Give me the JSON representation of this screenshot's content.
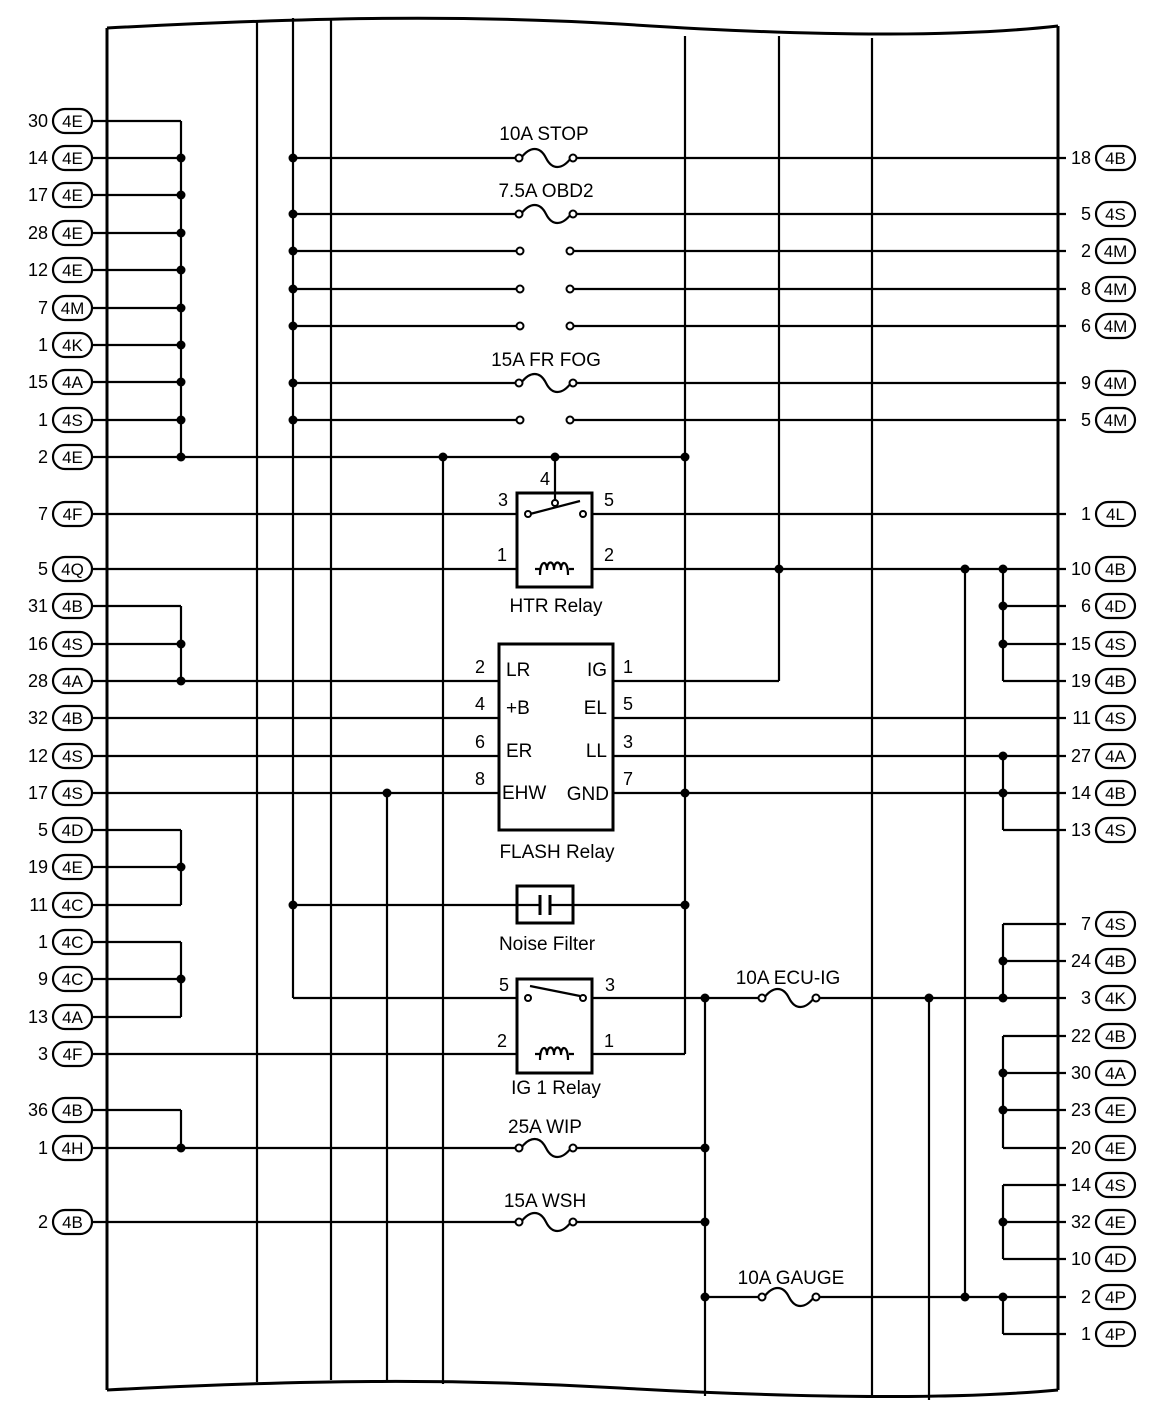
{
  "left_connectors": [
    {
      "pin": "30",
      "conn": "4E"
    },
    {
      "pin": "14",
      "conn": "4E"
    },
    {
      "pin": "17",
      "conn": "4E"
    },
    {
      "pin": "28",
      "conn": "4E"
    },
    {
      "pin": "12",
      "conn": "4E"
    },
    {
      "pin": "7",
      "conn": "4M"
    },
    {
      "pin": "1",
      "conn": "4K"
    },
    {
      "pin": "15",
      "conn": "4A"
    },
    {
      "pin": "1",
      "conn": "4S"
    },
    {
      "pin": "2",
      "conn": "4E"
    },
    {
      "pin": "7",
      "conn": "4F"
    },
    {
      "pin": "5",
      "conn": "4Q"
    },
    {
      "pin": "31",
      "conn": "4B"
    },
    {
      "pin": "16",
      "conn": "4S"
    },
    {
      "pin": "28",
      "conn": "4A"
    },
    {
      "pin": "32",
      "conn": "4B"
    },
    {
      "pin": "12",
      "conn": "4S"
    },
    {
      "pin": "17",
      "conn": "4S"
    },
    {
      "pin": "5",
      "conn": "4D"
    },
    {
      "pin": "19",
      "conn": "4E"
    },
    {
      "pin": "11",
      "conn": "4C"
    },
    {
      "pin": "1",
      "conn": "4C"
    },
    {
      "pin": "9",
      "conn": "4C"
    },
    {
      "pin": "13",
      "conn": "4A"
    },
    {
      "pin": "3",
      "conn": "4F"
    },
    {
      "pin": "36",
      "conn": "4B"
    },
    {
      "pin": "1",
      "conn": "4H"
    },
    {
      "pin": "2",
      "conn": "4B"
    }
  ],
  "right_connectors": [
    {
      "pin": "18",
      "conn": "4B"
    },
    {
      "pin": "5",
      "conn": "4S"
    },
    {
      "pin": "2",
      "conn": "4M"
    },
    {
      "pin": "8",
      "conn": "4M"
    },
    {
      "pin": "6",
      "conn": "4M"
    },
    {
      "pin": "9",
      "conn": "4M"
    },
    {
      "pin": "5",
      "conn": "4M"
    },
    {
      "pin": "1",
      "conn": "4L"
    },
    {
      "pin": "10",
      "conn": "4B"
    },
    {
      "pin": "6",
      "conn": "4D"
    },
    {
      "pin": "15",
      "conn": "4S"
    },
    {
      "pin": "19",
      "conn": "4B"
    },
    {
      "pin": "11",
      "conn": "4S"
    },
    {
      "pin": "27",
      "conn": "4A"
    },
    {
      "pin": "14",
      "conn": "4B"
    },
    {
      "pin": "13",
      "conn": "4S"
    },
    {
      "pin": "7",
      "conn": "4S"
    },
    {
      "pin": "24",
      "conn": "4B"
    },
    {
      "pin": "3",
      "conn": "4K"
    },
    {
      "pin": "22",
      "conn": "4B"
    },
    {
      "pin": "30",
      "conn": "4A"
    },
    {
      "pin": "23",
      "conn": "4E"
    },
    {
      "pin": "20",
      "conn": "4E"
    },
    {
      "pin": "14",
      "conn": "4S"
    },
    {
      "pin": "32",
      "conn": "4E"
    },
    {
      "pin": "10",
      "conn": "4D"
    },
    {
      "pin": "2",
      "conn": "4P"
    },
    {
      "pin": "1",
      "conn": "4P"
    }
  ],
  "fuses": {
    "stop": "10A STOP",
    "obd2": "7.5A OBD2",
    "fr_fog": "15A FR FOG",
    "ecu_ig": "10A ECU-IG",
    "wip": "25A WIP",
    "wsh": "15A WSH",
    "gauge": "10A GAUGE"
  },
  "htr_relay": {
    "name": "HTR Relay",
    "pins": {
      "p1": "1",
      "p2": "2",
      "p3": "3",
      "p4": "4",
      "p5": "5"
    }
  },
  "flash_relay": {
    "name": "FLASH Relay",
    "terminals": {
      "lr": "LR",
      "b": "+B",
      "er": "ER",
      "ehw": "EHW",
      "ig": "IG",
      "el": "EL",
      "ll": "LL",
      "gnd": "GND"
    },
    "pins": {
      "lr": "2",
      "b": "4",
      "er": "6",
      "ehw": "8",
      "ig": "1",
      "el": "5",
      "ll": "3",
      "gnd": "7"
    }
  },
  "noise_filter": {
    "name": "Noise Filter"
  },
  "ig1_relay": {
    "name": "IG 1 Relay",
    "pins": {
      "p5": "5",
      "p3": "3",
      "p2": "2",
      "p1": "1"
    }
  }
}
